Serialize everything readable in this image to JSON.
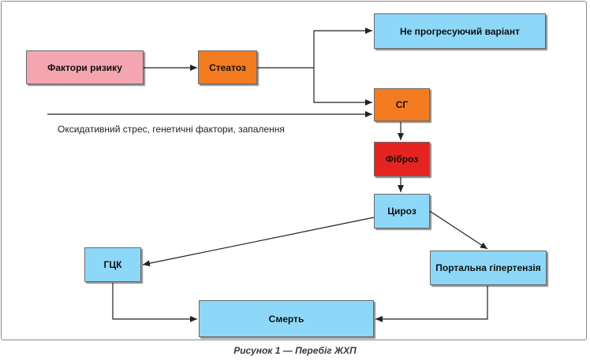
{
  "nodes": {
    "risk_factors": "Фактори ризику",
    "steatosis": "Стеатоз",
    "non_progressive": "Не прогресуючий варіант",
    "sg": "СГ",
    "fibrosis": "Фіброз",
    "cirrhosis": "Цироз",
    "hcc": "ГЦК",
    "portal_hypertension": "Портальна гіпертензія",
    "death": "Смерть"
  },
  "labels": {
    "oxidative": "Оксидативний стрес, генетичні фактори, запалення"
  },
  "caption": "Рисунок 1 — Перебіг ЖХП",
  "colors": {
    "risk_factors": "#f4a6b0",
    "steatosis": "#f47c20",
    "sg": "#f47c20",
    "fibrosis": "#e52421",
    "light_blue": "#8dd8f8",
    "arrow": "#222222"
  }
}
